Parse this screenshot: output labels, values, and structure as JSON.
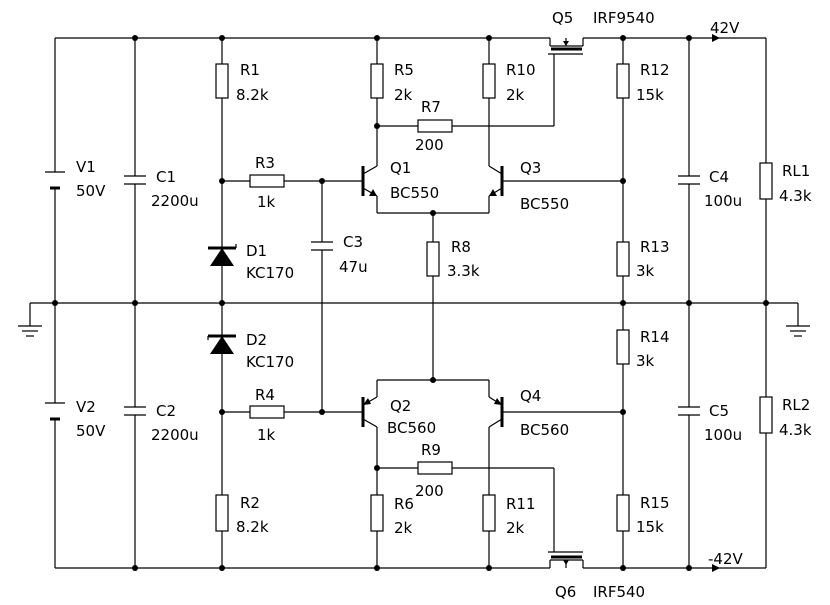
{
  "rails": {
    "positive": "42V",
    "negative": "-42V"
  },
  "components": {
    "v1": {
      "ref": "V1",
      "value": "50V"
    },
    "v2": {
      "ref": "V2",
      "value": "50V"
    },
    "c1": {
      "ref": "C1",
      "value": "2200u"
    },
    "c2": {
      "ref": "C2",
      "value": "2200u"
    },
    "c3": {
      "ref": "C3",
      "value": "47u"
    },
    "c4": {
      "ref": "C4",
      "value": "100u"
    },
    "c5": {
      "ref": "C5",
      "value": "100u"
    },
    "r1": {
      "ref": "R1",
      "value": "8.2k"
    },
    "r2": {
      "ref": "R2",
      "value": "8.2k"
    },
    "r3": {
      "ref": "R3",
      "value": "1k"
    },
    "r4": {
      "ref": "R4",
      "value": "1k"
    },
    "r5": {
      "ref": "R5",
      "value": "2k"
    },
    "r6": {
      "ref": "R6",
      "value": "2k"
    },
    "r7": {
      "ref": "R7",
      "value": "200"
    },
    "r8": {
      "ref": "R8",
      "value": "3.3k"
    },
    "r9": {
      "ref": "R9",
      "value": "200"
    },
    "r10": {
      "ref": "R10",
      "value": "2k"
    },
    "r11": {
      "ref": "R11",
      "value": "2k"
    },
    "r12": {
      "ref": "R12",
      "value": "15k"
    },
    "r13": {
      "ref": "R13",
      "value": "3k"
    },
    "r14": {
      "ref": "R14",
      "value": "3k"
    },
    "r15": {
      "ref": "R15",
      "value": "15k"
    },
    "rl1": {
      "ref": "RL1",
      "value": "4.3k"
    },
    "rl2": {
      "ref": "RL2",
      "value": "4.3k"
    },
    "d1": {
      "ref": "D1",
      "value": "KC170"
    },
    "d2": {
      "ref": "D2",
      "value": "KC170"
    },
    "q1": {
      "ref": "Q1",
      "value": "BC550"
    },
    "q2": {
      "ref": "Q2",
      "value": "BC560"
    },
    "q3": {
      "ref": "Q3",
      "value": "BC550"
    },
    "q4": {
      "ref": "Q4",
      "value": "BC560"
    },
    "q5": {
      "ref": "Q5",
      "value": "IRF9540"
    },
    "q6": {
      "ref": "Q6",
      "value": "IRF540"
    }
  }
}
